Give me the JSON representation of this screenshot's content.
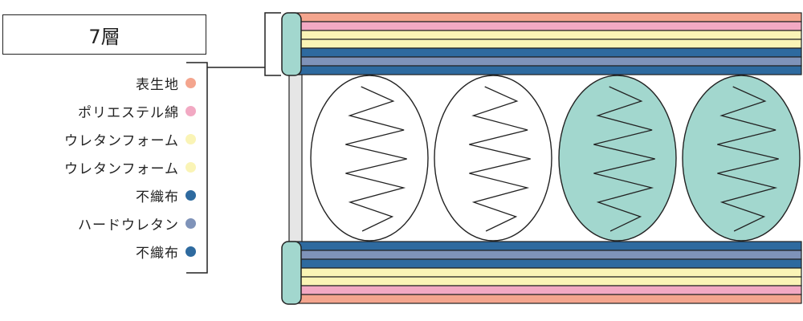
{
  "title": "7層",
  "layers": [
    {
      "label": "表生地",
      "color": "#f4a58e"
    },
    {
      "label": "ポリエステル綿",
      "color": "#f2a9c3"
    },
    {
      "label": "ウレタンフォーム",
      "color": "#faf4b6"
    },
    {
      "label": "ウレタンフォーム",
      "color": "#faf4b6"
    },
    {
      "label": "不織布",
      "color": "#2e6a9f"
    },
    {
      "label": "ハードウレタン",
      "color": "#7f93b9"
    },
    {
      "label": "不織布",
      "color": "#2e6a9f"
    }
  ],
  "colors": {
    "outline": "#222222",
    "teal": "#a2d7ce",
    "side_gray": "#e6e6e6"
  },
  "springs": [
    {
      "fill": "none"
    },
    {
      "fill": "none"
    },
    {
      "fill": "teal"
    },
    {
      "fill": "teal"
    }
  ]
}
